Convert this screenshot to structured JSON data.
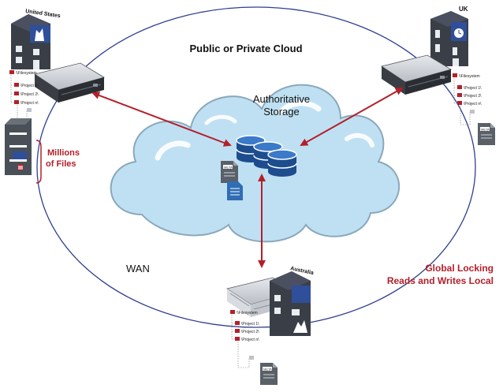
{
  "labels": {
    "cloud_title": "Public or Private Cloud",
    "storage_line1": "Authoritative",
    "storage_line2": "Storage",
    "wan": "WAN",
    "files_line1": "Millions",
    "files_line2": "of Files",
    "locking_line1": "Global Locking",
    "locking_line2": "Reads and Writes Local",
    "meta_tag": "META"
  },
  "sites": {
    "us": {
      "name": "United States",
      "tree": [
        "\\\\Filesystem",
        "\\Project 1\\",
        "\\Project 2\\",
        "\\Project n\\"
      ]
    },
    "uk": {
      "name": "UK",
      "tree": [
        "\\\\Filesystem",
        "\\Project 1\\",
        "\\Project 2\\",
        "\\Project n\\"
      ]
    },
    "au": {
      "name": "Australia",
      "tree": [
        "\\\\Filesystem",
        "\\Project 1\\",
        "\\Project 2\\",
        "\\Project n\\"
      ]
    }
  },
  "colors": {
    "arrow": "#b3202a",
    "ring": "#2f3f8f",
    "cloud_fill": "#bfe0f2",
    "cloud_stroke": "#8aa8bc",
    "db_blue": "#1d4d8f",
    "building_dark": "#3a3f47",
    "building_roof": "#2f4f9a",
    "red_text": "#b3202a"
  },
  "icons": [
    "building-icon",
    "server-icon",
    "database-icon",
    "meta-file-icon",
    "document-icon",
    "file-cabinet-icon",
    "folder-icon",
    "arrow-icon"
  ]
}
